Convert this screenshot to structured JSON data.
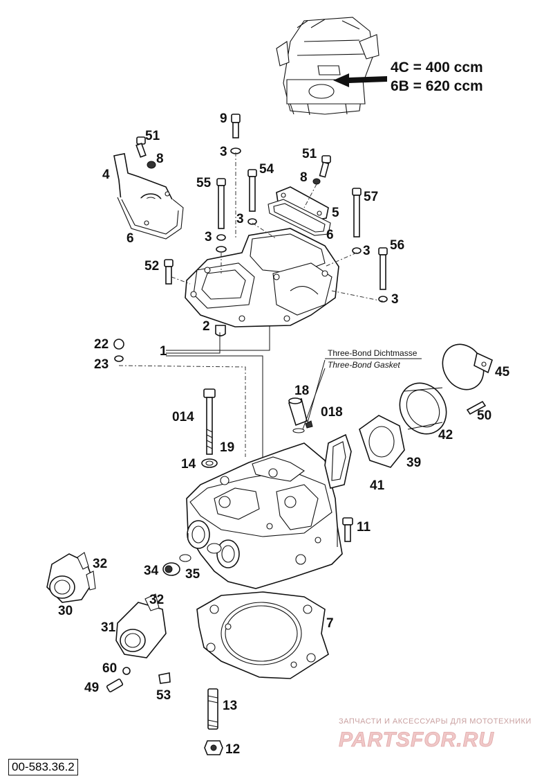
{
  "engine_spec": {
    "line1": "4C = 400 ccm",
    "line2": "6B = 620 ccm"
  },
  "note": {
    "line1": "Three-Bond Dichtmasse",
    "line2": "Three-Bond Gasket"
  },
  "callouts": {
    "c9": "9",
    "c51a": "51",
    "c8a": "8",
    "c3a": "3",
    "c51b": "51",
    "c54": "54",
    "c4": "4",
    "c8b": "8",
    "c55": "55",
    "c57": "57",
    "c5": "5",
    "c3b": "3",
    "c6a": "6",
    "c6b": "6",
    "c3c": "3",
    "c56": "56",
    "c3d": "3",
    "c52": "52",
    "c3e": "3",
    "c2": "2",
    "c22": "22",
    "c1": "1",
    "c23": "23",
    "c45": "45",
    "c18": "18",
    "c018": "018",
    "c50": "50",
    "c014": "014",
    "c19": "19",
    "c42": "42",
    "c14": "14",
    "c39": "39",
    "c41": "41",
    "c11": "11",
    "c32a": "32",
    "c34": "34",
    "c35": "35",
    "c30": "30",
    "c32b": "32",
    "c31": "31",
    "c7": "7",
    "c60": "60",
    "c49": "49",
    "c53": "53",
    "c13": "13",
    "c12": "12"
  },
  "watermark": {
    "line1": "ЗАПЧАСТИ И АКСЕССУАРЫ ДЛЯ МОТОТЕХНИКИ",
    "line2": "PARTSFOR.RU"
  },
  "reference": "00-583.36.2"
}
